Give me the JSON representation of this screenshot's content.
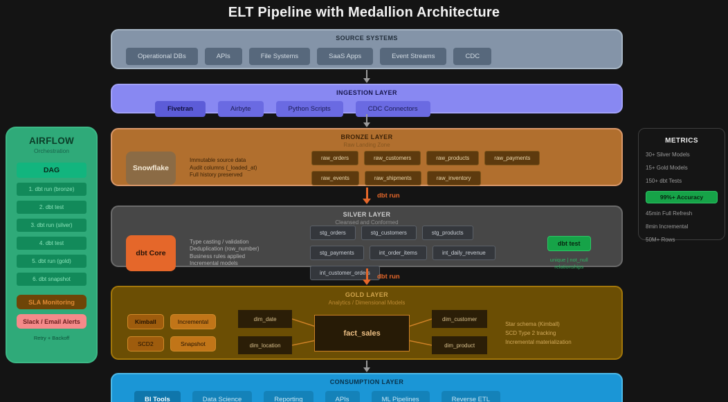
{
  "title": "ELT Pipeline with Medallion Architecture",
  "labels": {
    "dbt_run": "dbt run"
  },
  "source": {
    "header": "SOURCE SYSTEMS",
    "items": [
      "Operational DBs",
      "APIs",
      "File Systems",
      "SaaS Apps",
      "Event Streams",
      "CDC"
    ]
  },
  "ingestion": {
    "header": "INGESTION LAYER",
    "items": [
      "Fivetran",
      "Airbyte",
      "Python Scripts",
      "CDC Connectors"
    ]
  },
  "bronze": {
    "header": "BRONZE LAYER",
    "subtitle": "Raw Landing Zone",
    "engine": "Snowflake",
    "notes": [
      "Immutable source data",
      "Audit columns (_loaded_at)",
      "Full history preserved"
    ],
    "tables": [
      "raw_orders",
      "raw_customers",
      "raw_products",
      "raw_payments",
      "raw_events",
      "raw_shipments",
      "raw_inventory"
    ]
  },
  "silver": {
    "header": "SILVER LAYER",
    "subtitle": "Cleansed and Conformed",
    "engine": "dbt Core",
    "notes": [
      "Type casting / validation",
      "Deduplication (row_number)",
      "Business rules applied",
      "Incremental models"
    ],
    "tables": [
      "stg_orders",
      "stg_customers",
      "stg_products",
      "stg_payments",
      "int_order_items",
      "int_daily_revenue",
      "int_customer_orders"
    ],
    "test_button": "dbt test",
    "test_note_line1": "unique | not_null",
    "test_note_line2": "relationships"
  },
  "gold": {
    "header": "GOLD LAYER",
    "subtitle": "Analytics / Dimensional Models",
    "badges": [
      "Kimball",
      "Incremental",
      "SCD2",
      "Snapshot"
    ],
    "dims": [
      "dim_date",
      "dim_location",
      "dim_customer",
      "dim_product"
    ],
    "fact": "fact_sales",
    "notes": [
      "Star schema (Kimball)",
      "SCD Type 2 tracking",
      "Incremental materialization"
    ]
  },
  "consumption": {
    "header": "CONSUMPTION LAYER",
    "items": [
      "BI Tools",
      "Data Science",
      "Reporting",
      "APIs",
      "ML Pipelines",
      "Reverse ETL"
    ]
  },
  "airflow": {
    "title": "AIRFLOW",
    "subtitle": "Orchestration",
    "dag_label": "DAG",
    "steps": [
      "1. dbt run (bronze)",
      "2. dbt test",
      "3. dbt run (silver)",
      "4. dbt test",
      "5. dbt run (gold)",
      "6. dbt snapshot"
    ],
    "sla": "SLA Monitoring",
    "alerts": "Slack / Email Alerts",
    "retry": "Retry + Backoff"
  },
  "metrics": {
    "title": "METRICS",
    "items_top": [
      "30+ Silver Models",
      "15+ Gold Models",
      "150+ dbt Tests"
    ],
    "accuracy": "99%+ Accuracy",
    "items_bottom": [
      "45min Full Refresh",
      "8min Incremental",
      "50M+ Rows"
    ]
  },
  "colors": {
    "orange": "#e5672a",
    "green": "#16a348",
    "source-bg": "#8494a8",
    "source-border": "#a7b6c5",
    "ing-bg": "#8888f2",
    "bronze-bg": "#b16f2e",
    "bronze-border": "#d9986a",
    "silver-bg": "#474747",
    "gold-bg": "#6b4e04",
    "gold-border": "#a3770a",
    "fact-border": "#cc8026",
    "cons-bg": "#1b96d6",
    "airflow-bg": "#2faa79",
    "arrow-gray": "#9a9a9a"
  }
}
